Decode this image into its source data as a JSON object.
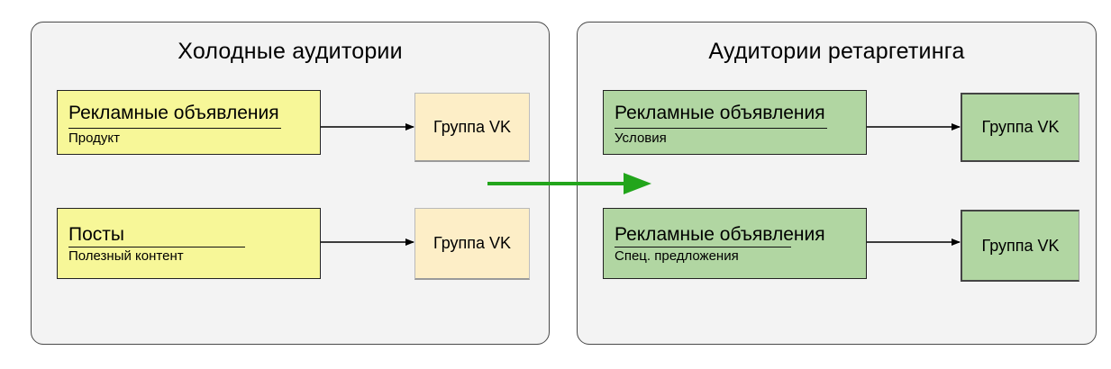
{
  "cold": {
    "title": "Холодные аудитории",
    "box1": {
      "title": "Рекламные объявления",
      "subtitle": "Продукт",
      "target": "Группа VK"
    },
    "box2": {
      "title": "Посты",
      "subtitle": "Полезный контент",
      "target": "Группа VK"
    }
  },
  "retarget": {
    "title": "Аудитории ретаргетинга",
    "box1": {
      "title": "Рекламные объявления",
      "subtitle": "Условия",
      "target": "Группа VK"
    },
    "box2": {
      "title": "Рекламные объявления",
      "subtitle": "Спец. предложения",
      "target": "Группа VK"
    }
  },
  "colors": {
    "panel": "#f3f3f3",
    "yellow_box": "#f7f798",
    "green_box": "#b1d6a2",
    "vk_cream": "#fdeec7",
    "transition_arrow": "#22a51b"
  }
}
